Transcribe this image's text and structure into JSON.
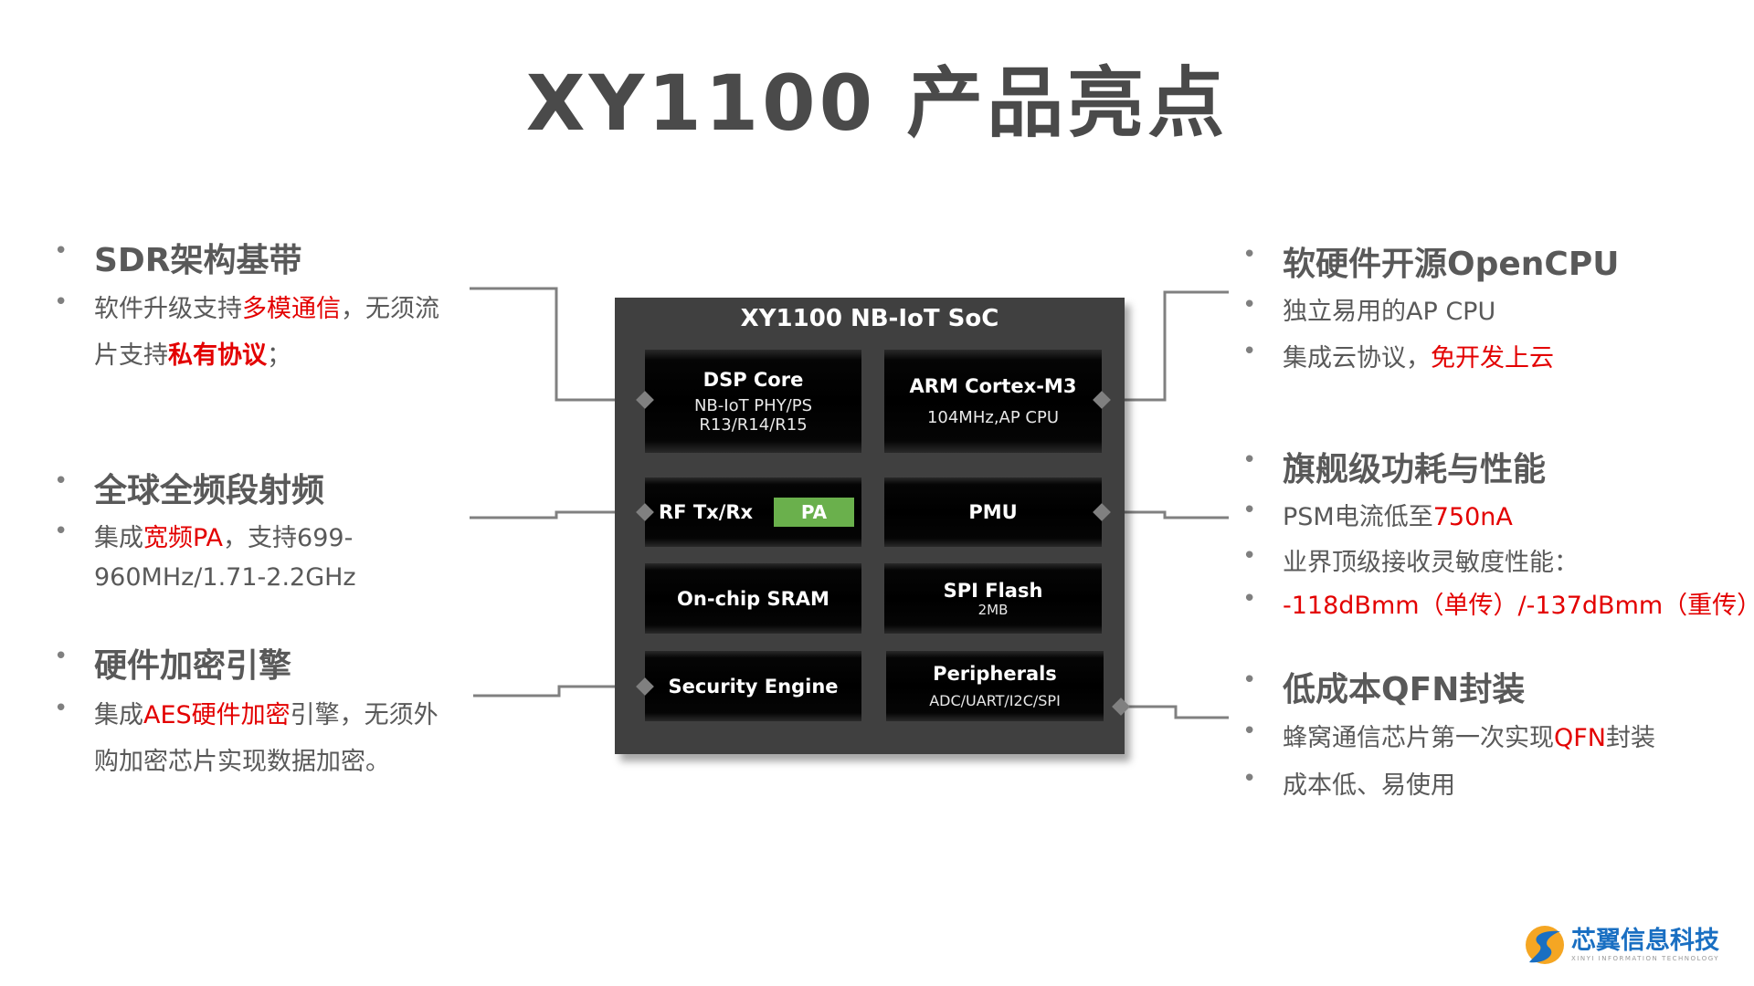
{
  "title": "XY1100 产品亮点",
  "left": [
    {
      "heading": "SDR架构基带",
      "lines": [
        [
          {
            "t": "软件升级支持"
          },
          {
            "t": "多模通信",
            "red": true
          },
          {
            "t": "，无须流"
          }
        ],
        [
          {
            "t": "片支持"
          },
          {
            "t": "私有协议",
            "red": true,
            "bold": true
          },
          {
            "t": "；"
          }
        ]
      ]
    },
    {
      "heading": "全球全频段射频",
      "lines": [
        [
          {
            "t": "集成"
          },
          {
            "t": "宽频PA",
            "red": true
          },
          {
            "t": "，支持699-"
          }
        ],
        [
          {
            "t": "960MHz/1.71-2.2GHz"
          }
        ]
      ]
    },
    {
      "heading": "硬件加密引擎",
      "lines": [
        [
          {
            "t": "集成"
          },
          {
            "t": "AES硬件加密",
            "red": true
          },
          {
            "t": "引擎，无须外"
          }
        ],
        [
          {
            "t": "购加密芯片实现数据加密。"
          }
        ]
      ]
    }
  ],
  "right": [
    {
      "heading": "软硬件开源OpenCPU",
      "lines": [
        [
          {
            "t": "独立易用的AP CPU"
          }
        ],
        [
          {
            "t": "集成云协议，"
          },
          {
            "t": "免开发上云",
            "red": true
          }
        ]
      ]
    },
    {
      "heading": "旗舰级功耗与性能",
      "lines": [
        [
          {
            "t": "PSM电流低至"
          },
          {
            "t": "750nA",
            "red": true
          }
        ],
        [
          {
            "t": "业界顶级接收灵敏度性能："
          }
        ],
        [
          {
            "t": "-118dBmm（单传）/-137dBmm（重传）",
            "red": true
          }
        ]
      ]
    },
    {
      "heading": "低成本QFN封装",
      "lines": [
        [
          {
            "t": "蜂窝通信芯片第一次实现"
          },
          {
            "t": "QFN",
            "red": true
          },
          {
            "t": "封装"
          }
        ],
        [
          {
            "t": "成本低、易使用"
          }
        ]
      ]
    }
  ],
  "chip": {
    "title": "XY1100 NB-IoT SoC",
    "dsp": {
      "title": "DSP Core",
      "sub1": "NB-IoT PHY/PS",
      "sub2": "R13/R14/R15"
    },
    "arm": {
      "title": "ARM Cortex-M3",
      "sub": "104MHz,AP CPU"
    },
    "rf": {
      "title": "RF Tx/Rx",
      "pa": "PA"
    },
    "pmu": {
      "title": "PMU"
    },
    "sram": {
      "title": "On-chip SRAM"
    },
    "spi": {
      "title": "SPI Flash",
      "sub": "2MB"
    },
    "sec": {
      "title": "Security Engine"
    },
    "per": {
      "title": "Peripherals",
      "sub": "ADC/UART/I2C/SPI"
    }
  },
  "logo": {
    "name": "芯翼信息科技",
    "sub": "XINYI INFORMATION TECHNOLOGY"
  },
  "colors": {
    "red": "#e30000",
    "pa_green": "#6ab04c",
    "chip_bg": "#404040"
  }
}
